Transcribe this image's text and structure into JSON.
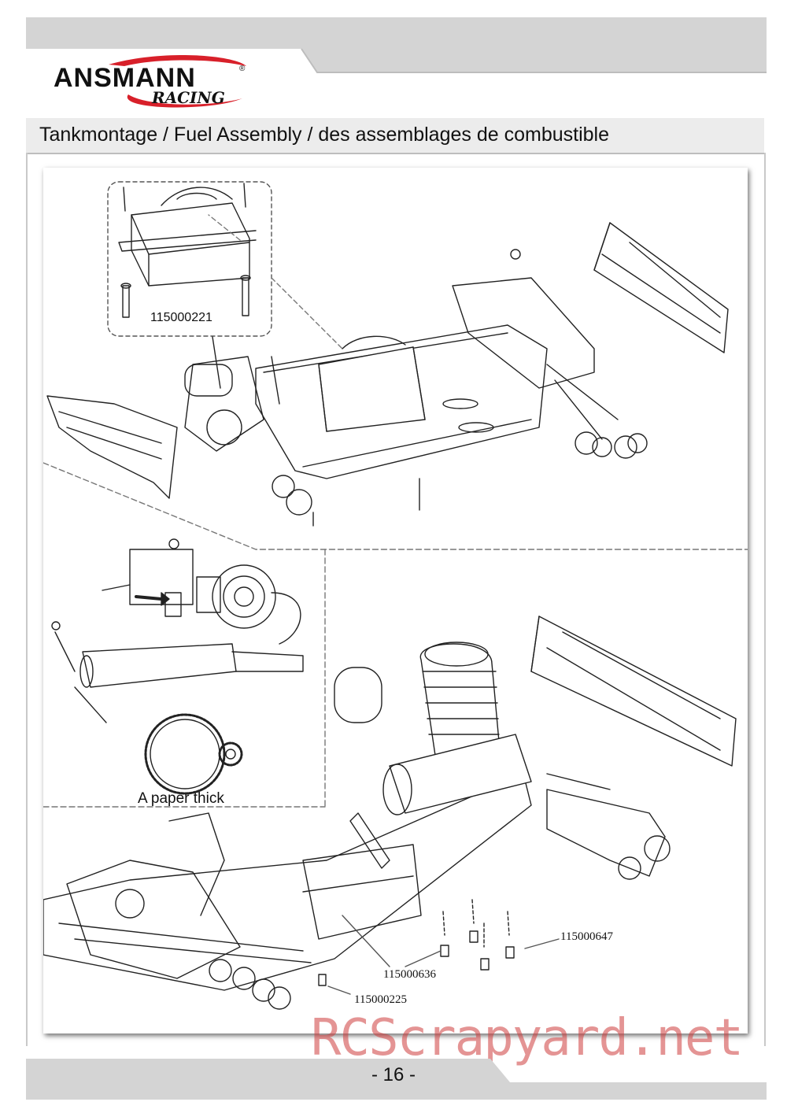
{
  "brand": {
    "name": "ANSMANN",
    "sub": "RACING",
    "reg_mark": "®"
  },
  "section_title": "Tankmontage / Fuel Assembly / des assemblages de combustible",
  "parts": {
    "fuel_tank": "115000221",
    "screw_a": "115000647",
    "screw_b": "115000636",
    "screw_c": "115000225"
  },
  "note": "A paper thick",
  "watermark": "RCScrapyard.net",
  "page_number": "- 16 -",
  "colors": {
    "band": "#d4d4d4",
    "title_bar": "#ececec",
    "logo_swoosh": "#d8202a",
    "watermark": "#d23c3c"
  }
}
